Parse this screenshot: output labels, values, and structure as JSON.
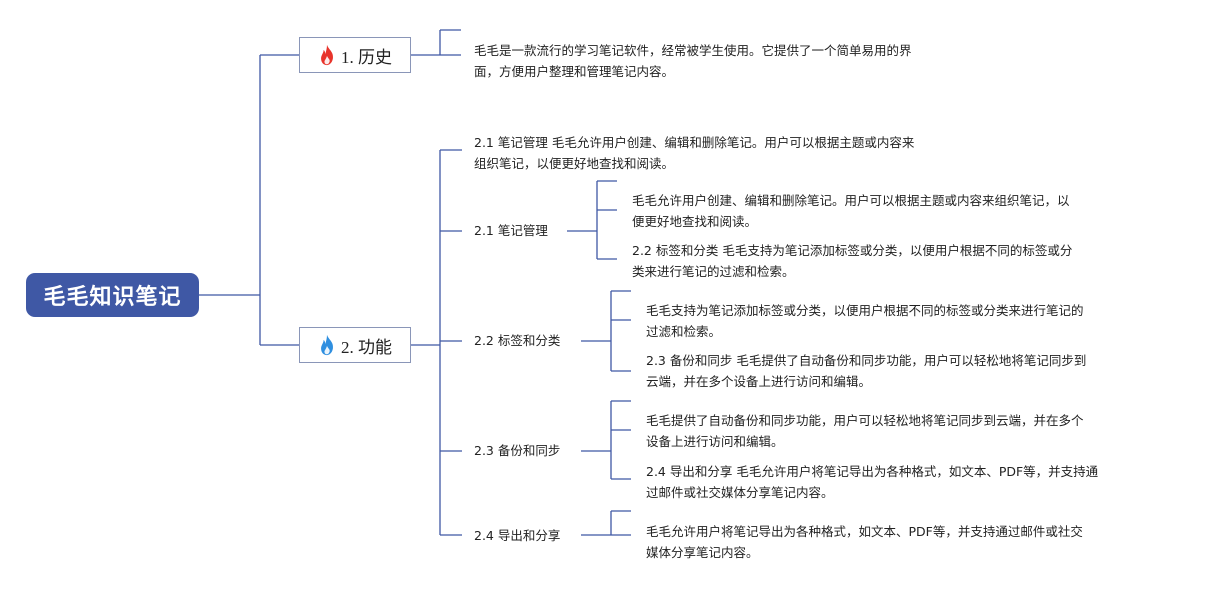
{
  "root": {
    "title": "毛毛知识笔记"
  },
  "branches": [
    {
      "label": "1. 历史",
      "icon": "fire-icon",
      "color": "#e8342b",
      "desc_line1": "毛毛是一款流行的学习笔记软件，经常被学生使用。它提供了一个简单易用的界",
      "desc_line2": "面，方便用户整理和管理笔记内容。"
    },
    {
      "label": "2. 功能",
      "icon": "fire-icon",
      "color": "#2f8fe0",
      "intro_line1": "2.1 笔记管理 毛毛允许用户创建、编辑和删除笔记。用户可以根据主题或内容来",
      "intro_line2": "组织笔记，以便更好地查找和阅读。",
      "subs": [
        {
          "label": "2.1 笔记管理",
          "a1": "毛毛允许用户创建、编辑和删除笔记。用户可以根据主题或内容来组织笔记，以",
          "a2": "便更好地查找和阅读。",
          "b1": "2.2 标签和分类 毛毛支持为笔记添加标签或分类，以便用户根据不同的标签或分",
          "b2": "类来进行笔记的过滤和检索。"
        },
        {
          "label": "2.2 标签和分类",
          "a1": "毛毛支持为笔记添加标签或分类，以便用户根据不同的标签或分类来进行笔记的",
          "a2": "过滤和检索。",
          "b1": "2.3 备份和同步 毛毛提供了自动备份和同步功能，用户可以轻松地将笔记同步到",
          "b2": "云端，并在多个设备上进行访问和编辑。"
        },
        {
          "label": "2.3 备份和同步",
          "a1": "毛毛提供了自动备份和同步功能，用户可以轻松地将笔记同步到云端，并在多个",
          "a2": "设备上进行访问和编辑。",
          "b1": "2.4 导出和分享 毛毛允许用户将笔记导出为各种格式，如文本、PDF等，并支持通",
          "b2": "过邮件或社交媒体分享笔记内容。"
        },
        {
          "label": "2.4 导出和分享",
          "a1": "毛毛允许用户将笔记导出为各种格式，如文本、PDF等，并支持通过邮件或社交",
          "a2": "媒体分享笔记内容。"
        }
      ]
    }
  ]
}
